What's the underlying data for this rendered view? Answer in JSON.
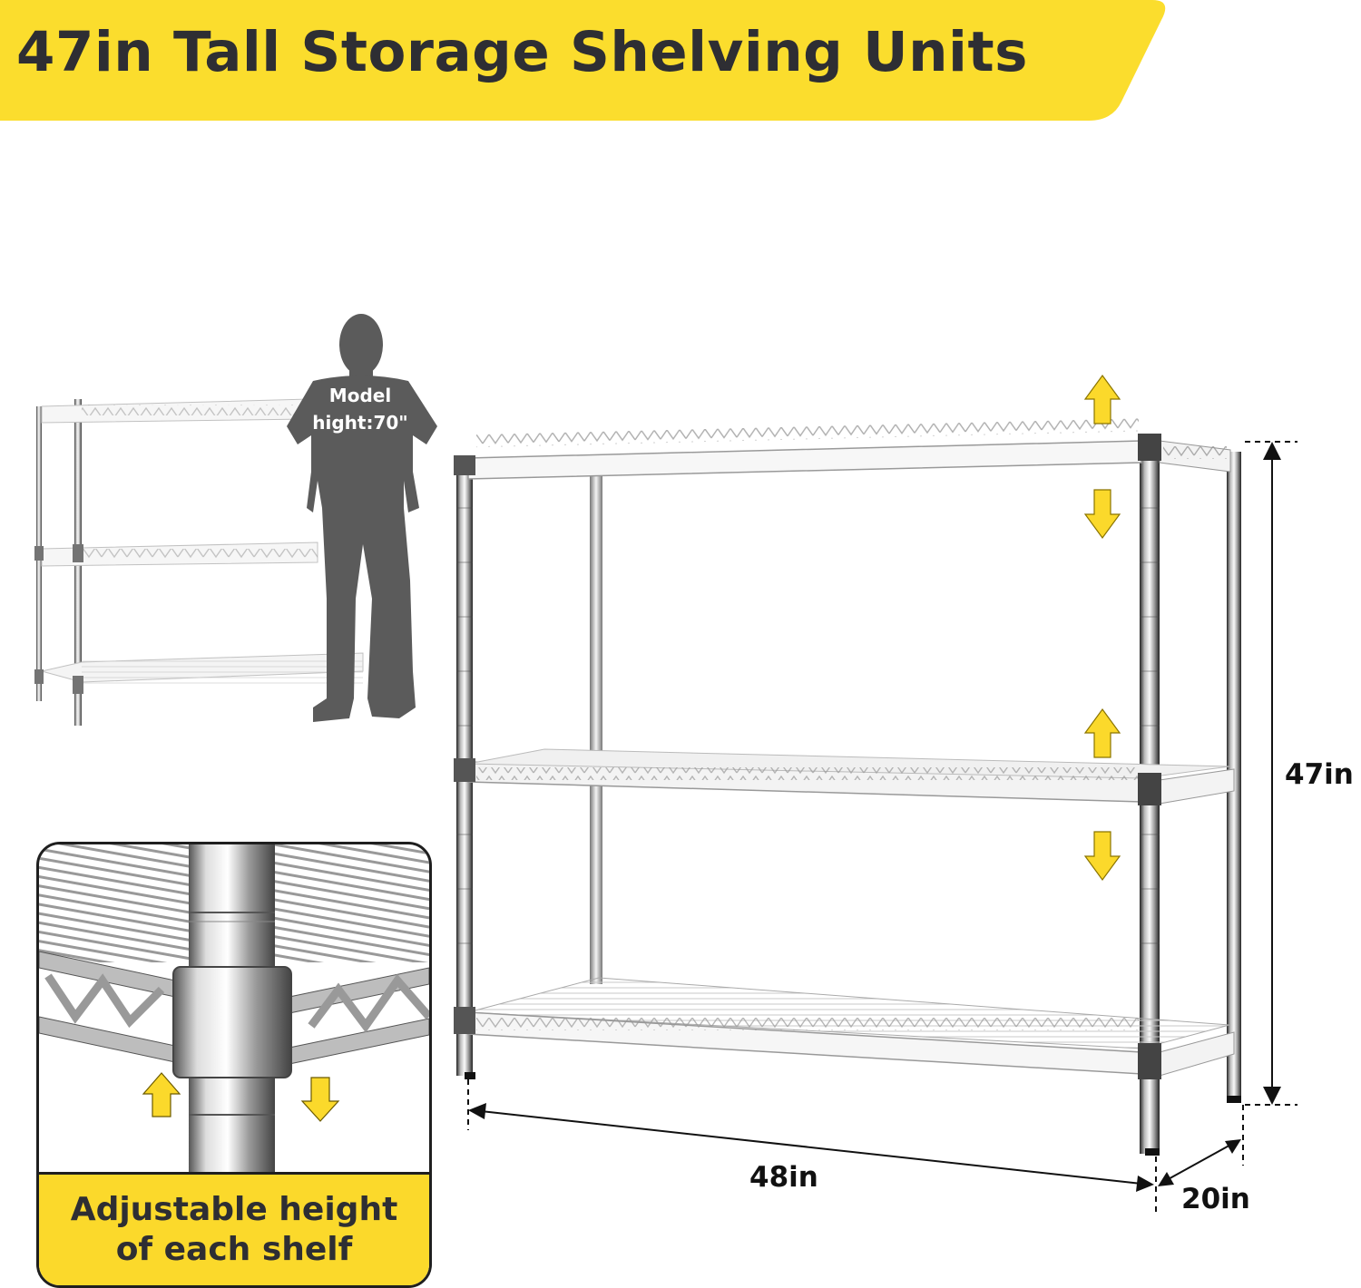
{
  "header": {
    "title": "47in Tall Storage Shelving Units",
    "background_color": "#fbdd2d",
    "text_color": "#2e2e33"
  },
  "model_figure": {
    "label_line1": "Model",
    "label_line2": "hight:70\"",
    "color": "#5b5b5b"
  },
  "dimensions": {
    "height": "47in",
    "width": "48in",
    "depth": "20in"
  },
  "detail_inset": {
    "caption_line1": "Adjustable height",
    "caption_line2": "of each shelf",
    "caption_background": "#fbd92b"
  },
  "arrows": {
    "color": "#fbd92b",
    "items": [
      {
        "direction": "up",
        "position": "above-top-shelf"
      },
      {
        "direction": "down",
        "position": "below-top-shelf"
      },
      {
        "direction": "up",
        "position": "above-middle-shelf"
      },
      {
        "direction": "down",
        "position": "below-middle-shelf"
      },
      {
        "direction": "up",
        "position": "inset-left"
      },
      {
        "direction": "down",
        "position": "inset-right"
      }
    ]
  }
}
